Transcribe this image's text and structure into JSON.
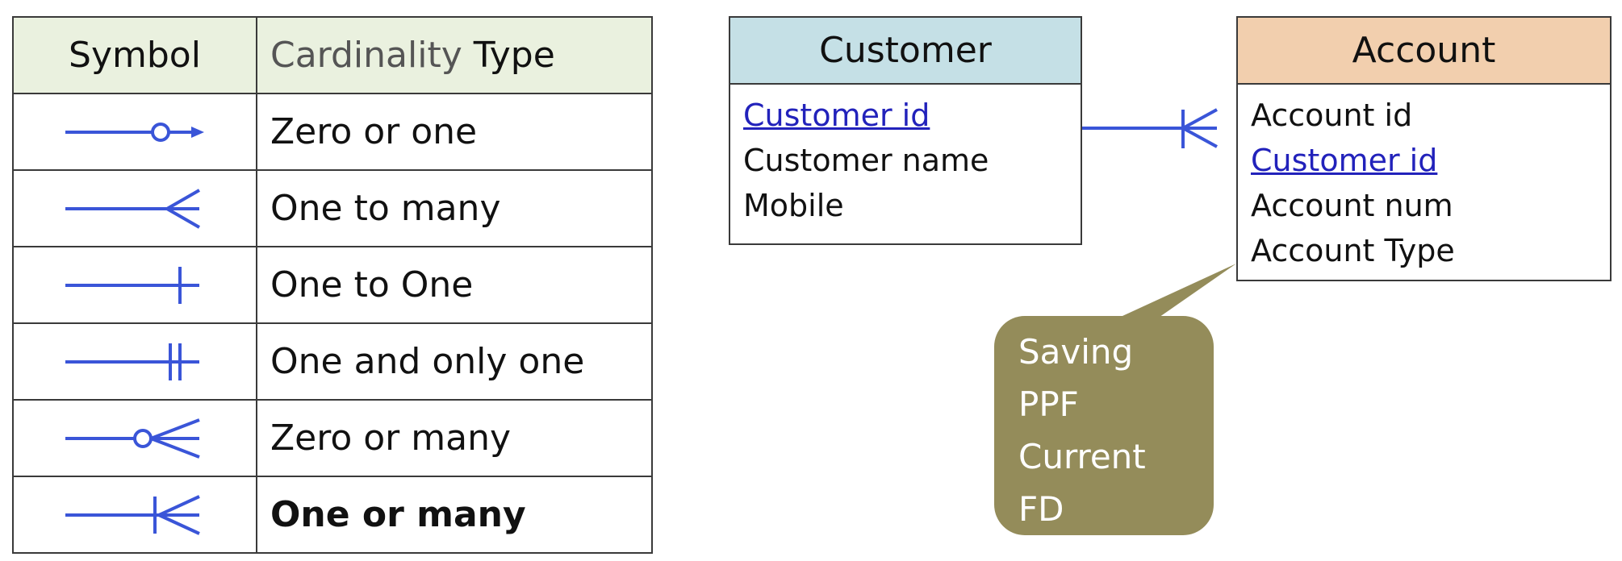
{
  "legend": {
    "header": {
      "symbol": "Symbol",
      "type_prefix": "Cardinality",
      "type_suffix": " Type"
    },
    "rows": [
      {
        "symbol_icon": "zero-or-one-notation-icon",
        "label": "Zero or one"
      },
      {
        "symbol_icon": "one-to-many-notation-icon",
        "label": "One to many"
      },
      {
        "symbol_icon": "one-to-one-notation-icon",
        "label": "One to One"
      },
      {
        "symbol_icon": "one-and-only-one-notation-icon",
        "label": "One and only one"
      },
      {
        "symbol_icon": "zero-or-many-notation-icon",
        "label": "Zero or many"
      },
      {
        "symbol_icon": "one-or-many-notation-icon",
        "label": "One or many"
      }
    ]
  },
  "entities": {
    "customer": {
      "title": "Customer",
      "attributes": [
        "Customer id",
        "Customer name",
        "Mobile"
      ]
    },
    "account": {
      "title": "Account",
      "attributes": [
        "Account id",
        "Customer id",
        "Account num",
        "Account Type"
      ]
    }
  },
  "callout": {
    "lines": [
      "Saving",
      "PPF",
      "Current",
      "FD"
    ]
  },
  "colors": {
    "notation": "#3a55d8",
    "legend_header_bg": "#eaf1df",
    "customer_header_bg": "#c5e0e6",
    "account_header_bg": "#f2cfae",
    "callout_bg": "#948c5a",
    "link_text": "#2222bb"
  }
}
